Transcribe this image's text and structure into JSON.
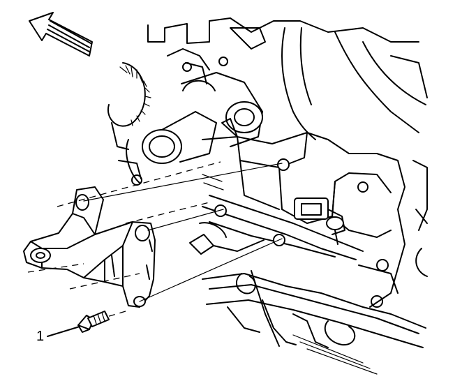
{
  "diagram": {
    "callouts": [
      {
        "number": "1",
        "target": "bolt"
      }
    ],
    "icons": {
      "direction_arrow": "front-direction-arrow-icon",
      "bracket": "engine-mount-bracket",
      "bolt": "bracket-bolt",
      "engine": "engine-assembly"
    },
    "colors": {
      "line": "#000000",
      "background": "#ffffff"
    }
  }
}
